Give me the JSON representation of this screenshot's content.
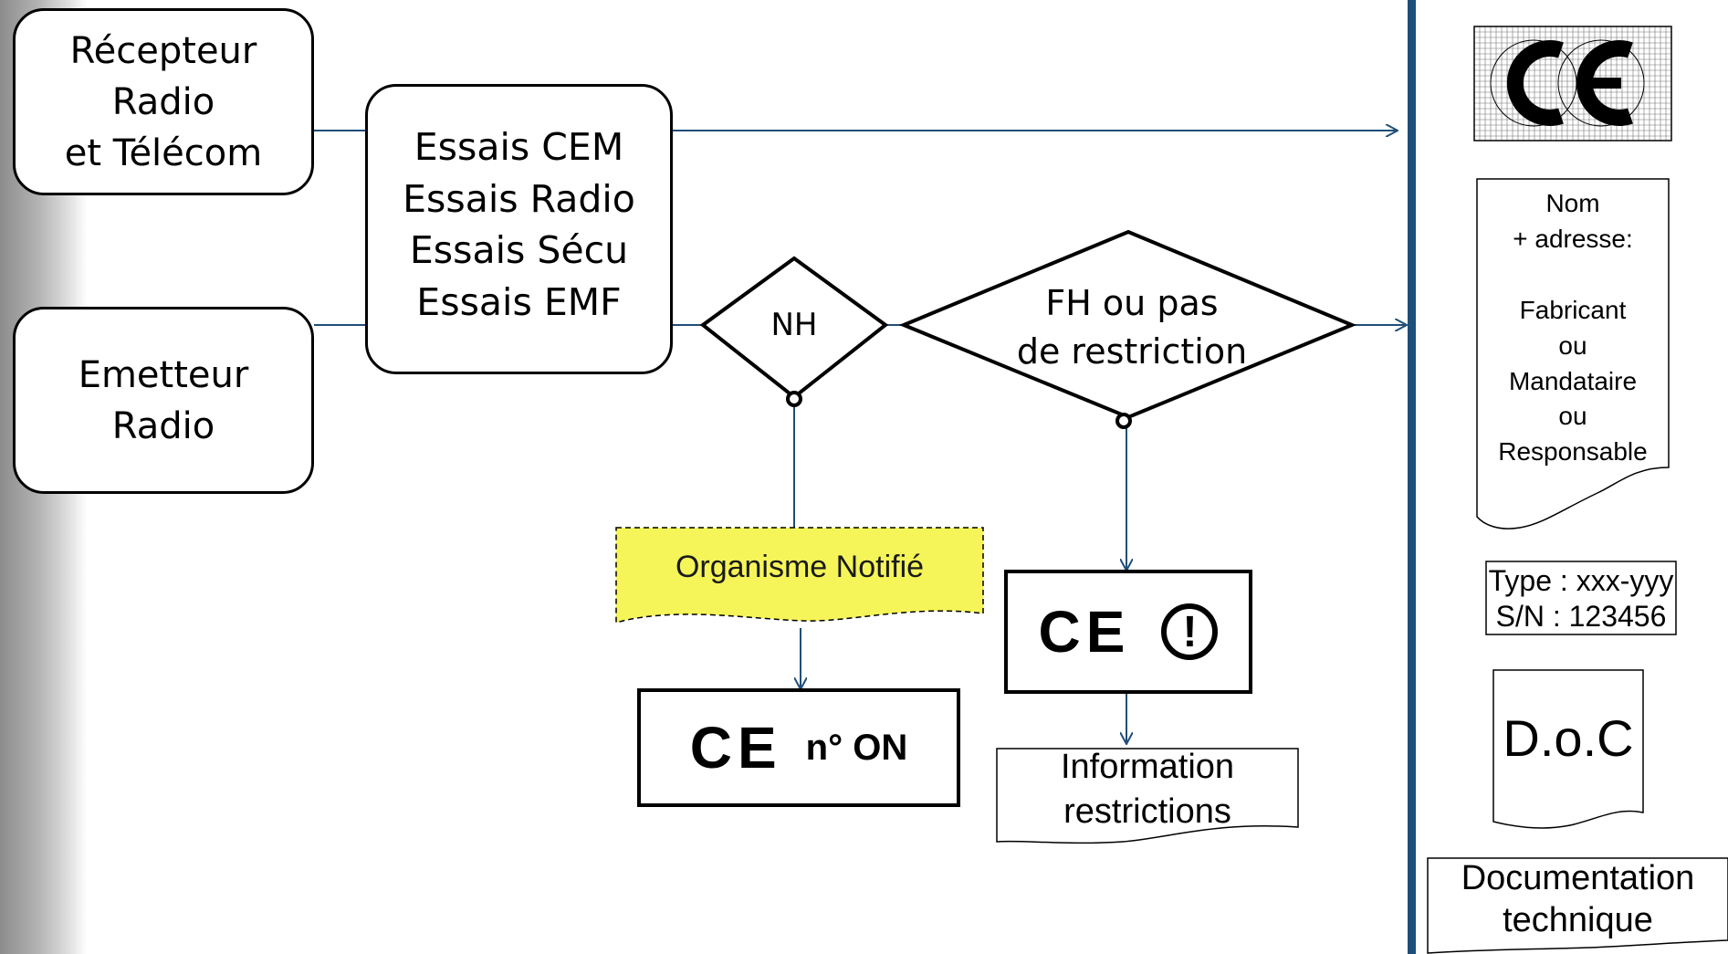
{
  "nodes": {
    "receiver": "Récepteur\nRadio\net Télécom",
    "transmitter": "Emetteur\nRadio",
    "tests": [
      "Essais CEM",
      "Essais Radio",
      "Essais Sécu",
      "Essais EMF"
    ],
    "nh": "NH",
    "fh": "FH ou pas\nde restriction",
    "notified_body": "Organisme Notifié",
    "ce_on_label": "n° ON",
    "info_restrictions": "Information\nrestrictions"
  },
  "marking": {
    "ce_logo": "CE",
    "name_address": "Nom\n+ adresse:\n\nFabricant\nou\nMandataire\nou\nResponsable",
    "type_line": "Type : xxx-yyy",
    "sn_line": "S/N : 123456",
    "doc": "D.o.C",
    "tech_doc": "Documentation\ntechnique"
  },
  "colors": {
    "connector": "#1f4e79",
    "divider": "#1f4e79",
    "notified_fill": "#f5f55a"
  },
  "icons": [
    "ce-mark-icon",
    "warning-exclamation-icon"
  ]
}
